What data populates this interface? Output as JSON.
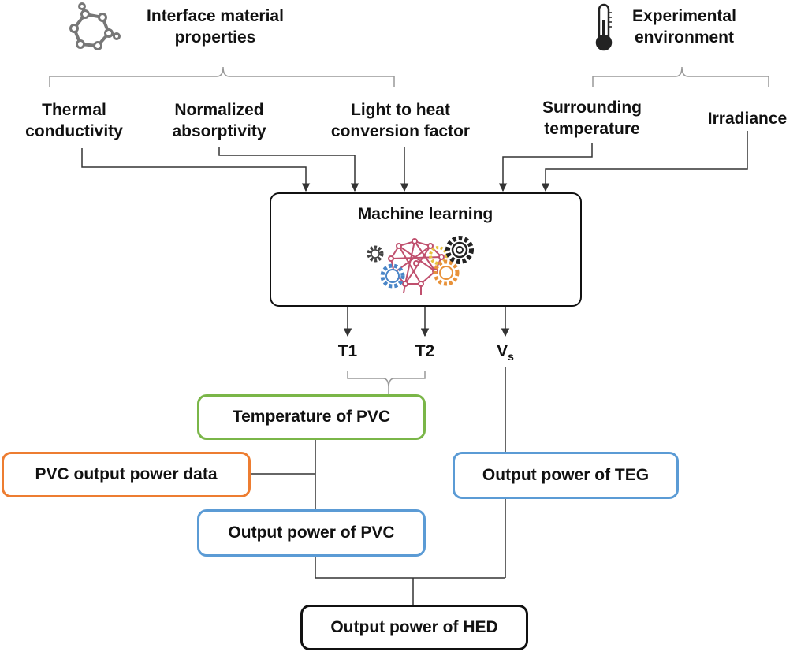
{
  "groups": {
    "material": {
      "label_line1": "Interface material",
      "label_line2": "properties",
      "icon": "molecule-icon"
    },
    "environment": {
      "label_line1": "Experimental",
      "label_line2": "environment",
      "icon": "thermometer-icon"
    }
  },
  "inputs": {
    "thermal": {
      "line1": "Thermal",
      "line2": "conductivity"
    },
    "absorptivity": {
      "line1": "Normalized",
      "line2": "absorptivity"
    },
    "conversion": {
      "line1": "Light to heat",
      "line2": "conversion factor"
    },
    "surrounding": {
      "line1": "Surrounding",
      "line2": "temperature"
    },
    "irradiance": {
      "line1": "Irradiance"
    }
  },
  "ml_box": {
    "title": "Machine learning",
    "icon": "neural-gears-icon"
  },
  "outputs": {
    "t1": "T1",
    "t2": "T2",
    "vs_main": "V",
    "vs_sub": "s"
  },
  "boxes": {
    "temp_pvc": "Temperature of PVC",
    "pvc_data": "PVC output power data",
    "power_pvc": "Output power of PVC",
    "power_teg": "Output power of TEG",
    "power_hed": "Output power of HED"
  },
  "colors": {
    "line": "#333333",
    "black_box": "#111111",
    "green_box": "#7ab648",
    "orange_box": "#ed7d31",
    "blue_box": "#5b9bd5",
    "gear_gray": "#555555",
    "network_pink": "#c0506e",
    "gear_blue": "#4a86c8",
    "gear_orange": "#e8923a",
    "gear_yellow": "#e8c040"
  }
}
